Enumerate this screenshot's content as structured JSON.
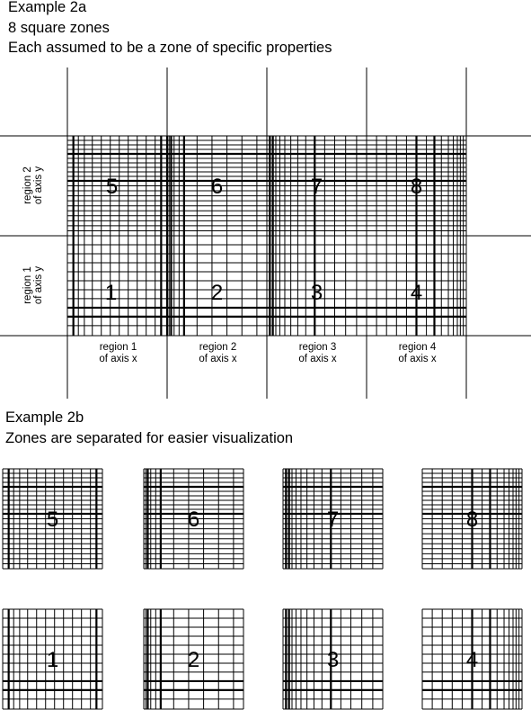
{
  "example_2a": {
    "title": "Example 2a",
    "subtitle": "8 square zones",
    "description": "Each assumed to be a zone of specific properties"
  },
  "example_2b": {
    "title": "Example 2b",
    "description": "Zones are separated for easier visualization"
  },
  "x_regions": [
    {
      "line1": "region 1",
      "line2": "of axis x"
    },
    {
      "line1": "region 2",
      "line2": "of axis x"
    },
    {
      "line1": "region 3",
      "line2": "of axis x"
    },
    {
      "line1": "region 4",
      "line2": "of axis x"
    }
  ],
  "y_regions": [
    {
      "line1": "region 2",
      "line2": "of axis y"
    },
    {
      "line1": "region 1",
      "line2": "of axis y"
    }
  ],
  "zones_top": [
    "5",
    "6",
    "7",
    "8"
  ],
  "zones_bottom": [
    "1",
    "2",
    "3",
    "4"
  ],
  "line_color": "#000000",
  "background_color": "#ffffff"
}
